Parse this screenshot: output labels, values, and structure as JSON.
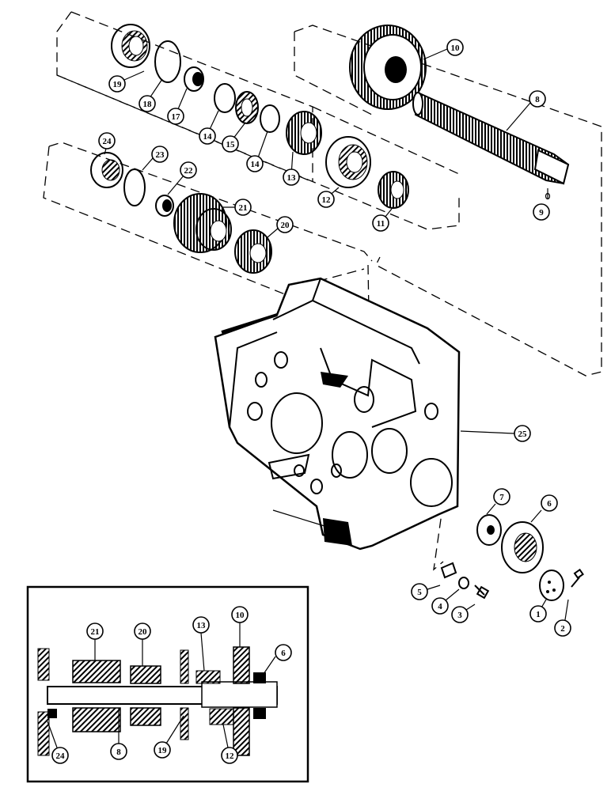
{
  "diagram": {
    "callouts": [
      {
        "id": "c1",
        "label": "1"
      },
      {
        "id": "c2",
        "label": "2"
      },
      {
        "id": "c3",
        "label": "3"
      },
      {
        "id": "c4",
        "label": "4"
      },
      {
        "id": "c5",
        "label": "5"
      },
      {
        "id": "c6",
        "label": "6"
      },
      {
        "id": "c7",
        "label": "7"
      },
      {
        "id": "c8",
        "label": "8"
      },
      {
        "id": "c9",
        "label": "9"
      },
      {
        "id": "c10",
        "label": "10"
      },
      {
        "id": "c11",
        "label": "11"
      },
      {
        "id": "c12",
        "label": "12"
      },
      {
        "id": "c13",
        "label": "13"
      },
      {
        "id": "c14a",
        "label": "14"
      },
      {
        "id": "c14b",
        "label": "14"
      },
      {
        "id": "c15",
        "label": "15"
      },
      {
        "id": "c17",
        "label": "17"
      },
      {
        "id": "c18",
        "label": "18"
      },
      {
        "id": "c19",
        "label": "19"
      },
      {
        "id": "c20",
        "label": "20"
      },
      {
        "id": "c21",
        "label": "21"
      },
      {
        "id": "c22",
        "label": "22"
      },
      {
        "id": "c23",
        "label": "23"
      },
      {
        "id": "c24",
        "label": "24"
      },
      {
        "id": "c25",
        "label": "25"
      }
    ],
    "inset_callouts": [
      {
        "id": "i21",
        "label": "21"
      },
      {
        "id": "i20",
        "label": "20"
      },
      {
        "id": "i13",
        "label": "13"
      },
      {
        "id": "i10",
        "label": "10"
      },
      {
        "id": "i6",
        "label": "6"
      },
      {
        "id": "i24",
        "label": "24"
      },
      {
        "id": "i8",
        "label": "8"
      },
      {
        "id": "i19",
        "label": "19"
      },
      {
        "id": "i12",
        "label": "12"
      }
    ]
  }
}
